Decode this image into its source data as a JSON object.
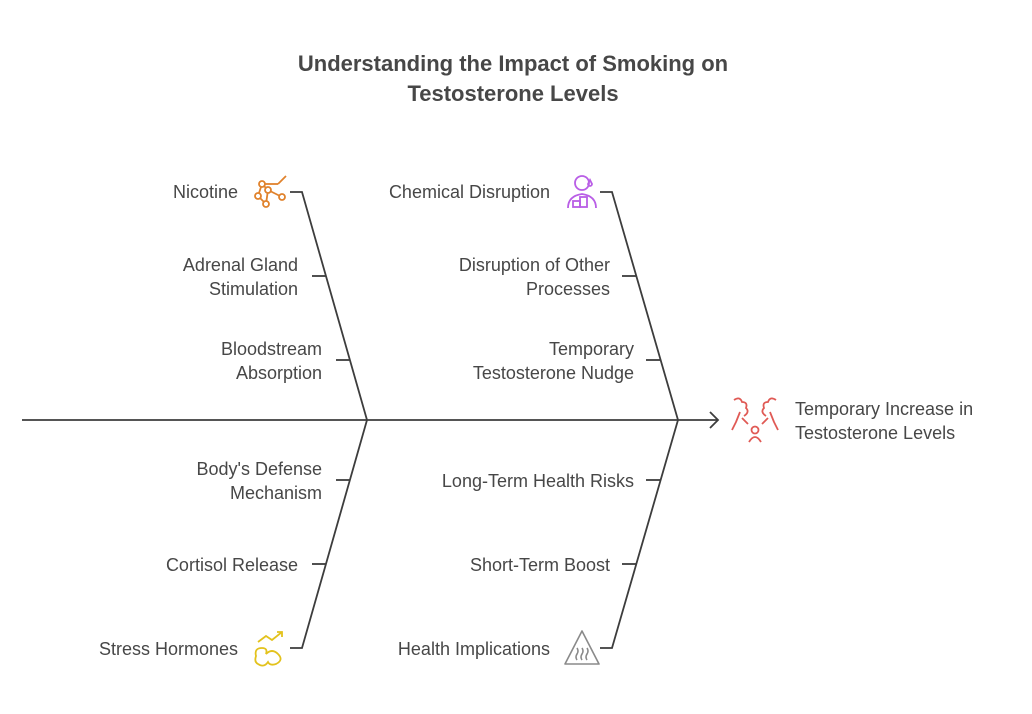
{
  "title": [
    "Understanding the Impact of Smoking on",
    "Testosterone Levels"
  ],
  "outcome": {
    "lines": [
      "Temporary Increase in",
      "Testosterone Levels"
    ],
    "icon": "lungs-person-icon",
    "color": "#e05a55"
  },
  "causes": {
    "nicotine": {
      "label": "Nicotine",
      "icon": "molecule-network-icon",
      "color": "#e0822c",
      "items": [
        [
          "Adrenal Gland",
          "Stimulation"
        ],
        [
          "Bloodstream",
          "Absorption"
        ]
      ]
    },
    "chemical": {
      "label": "Chemical Disruption",
      "icon": "person-chemistry-icon",
      "color": "#b95ee6",
      "items": [
        [
          "Disruption of Other",
          "Processes"
        ],
        [
          "Temporary",
          "Testosterone Nudge"
        ]
      ]
    },
    "stress": {
      "label": "Stress Hormones",
      "icon": "stress-trend-icon",
      "color": "#e3c21c",
      "items": [
        [
          "Body's Defense",
          "Mechanism"
        ],
        [
          "Cortisol Release"
        ]
      ]
    },
    "health": {
      "label": "Health Implications",
      "icon": "heat-warning-icon",
      "color": "#8a8a8a",
      "items": [
        [
          "Long-Term Health Risks"
        ],
        [
          "Short-Term Boost"
        ]
      ]
    }
  }
}
